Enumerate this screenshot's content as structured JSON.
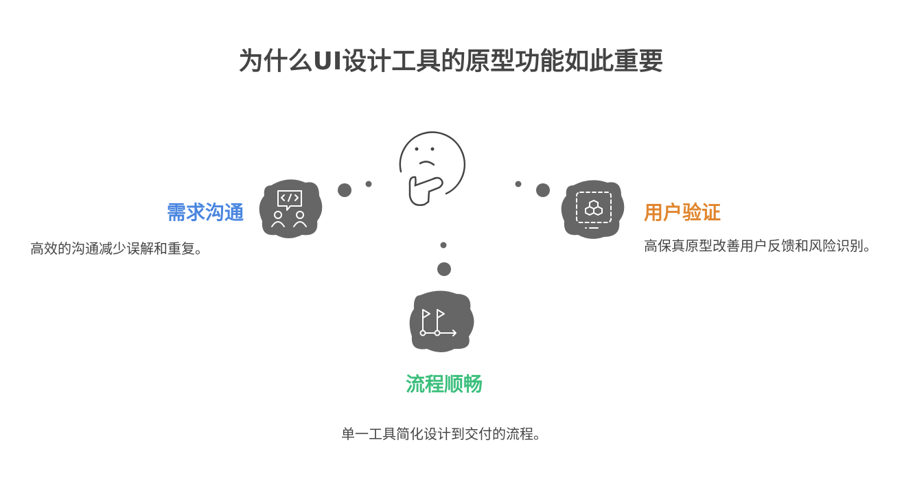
{
  "title": "为什么UI设计工具的原型功能如此重要",
  "nodes": [
    {
      "heading": "需求沟通",
      "description": "高效的沟通减少误解和重复。",
      "color": "#4a86e0",
      "icon": "code-chat-people-icon"
    },
    {
      "heading": "用户验证",
      "description": "高保真原型改善用户反馈和风险识别。",
      "color": "#e0862f",
      "icon": "cubes-frame-icon"
    },
    {
      "heading": "流程顺畅",
      "description": "单一工具简化设计到交付的流程。",
      "color": "#3cbf7d",
      "icon": "flags-timeline-icon"
    }
  ],
  "center_icon": "thinking-face-icon",
  "blob_color": "#666666"
}
